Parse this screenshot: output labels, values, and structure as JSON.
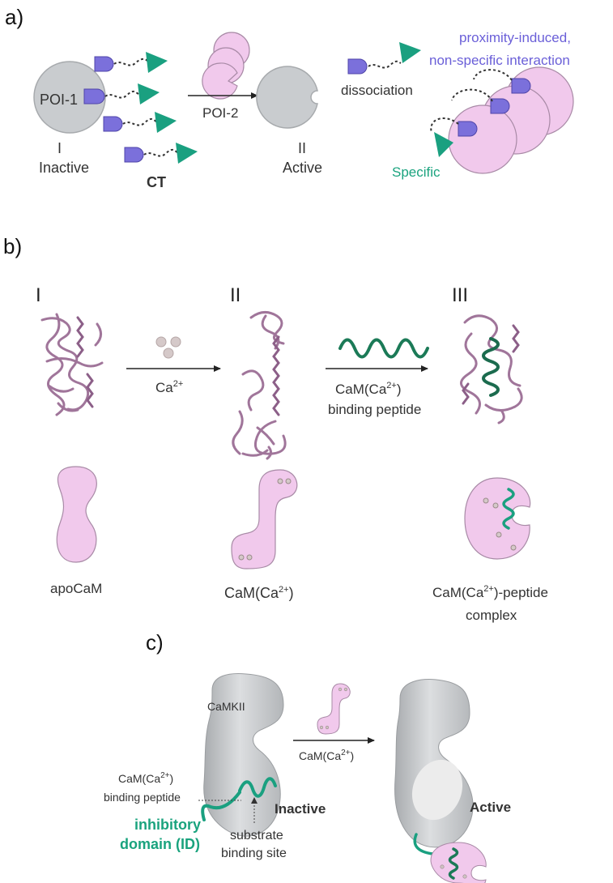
{
  "panel_a": {
    "label": "a)",
    "poi1": "POI-1",
    "state1_numeral": "I",
    "state1_name": "Inactive",
    "ct": "CT",
    "poi2": "POI-2",
    "state2_numeral": "II",
    "state2_name": "Active",
    "dissociation": "dissociation",
    "proximity_line1": "proximity-induced,",
    "proximity_line2": "non-specific interaction",
    "specific": "Specific"
  },
  "panel_b": {
    "label": "b)",
    "stage1": "I",
    "stage2": "II",
    "stage3": "III",
    "ca_label": "Ca",
    "ca_charge": "2+",
    "peptide_line1_pre": "CaM(Ca",
    "peptide_line1_sup": "2+",
    "peptide_line1_post": ")",
    "peptide_line2": "binding peptide",
    "apocam": "apoCaM",
    "camca_pre": "CaM(Ca",
    "camca_sup": "2+",
    "camca_post": ")",
    "complex_line1_pre": "CaM(Ca",
    "complex_line1_sup": "2+",
    "complex_line1_post": ")-peptide",
    "complex_line2": "complex"
  },
  "panel_c": {
    "label": "c)",
    "camkii": "CaMKII",
    "arrow_pre": "CaM(Ca",
    "arrow_sup": "2+",
    "arrow_post": ")",
    "peptide_line1_pre": "CaM(Ca",
    "peptide_line1_sup": "2+",
    "peptide_line1_post": ")",
    "peptide_line2": "binding peptide",
    "inactive": "Inactive",
    "active": "Active",
    "id_line1": "inhibitory",
    "id_line2": "domain (ID)",
    "substrate_line1": "substrate",
    "substrate_line2": "binding site"
  },
  "colors": {
    "protein_gray": "#c9cccf",
    "pink": "#f1c9ec",
    "pink_stroke": "#a88aa6",
    "ligand_purple": "#7b70db",
    "teal": "#1aa080",
    "ribbon": "#a0759a",
    "text_purple": "#6a5fd8",
    "text_green": "#1aa37e"
  }
}
